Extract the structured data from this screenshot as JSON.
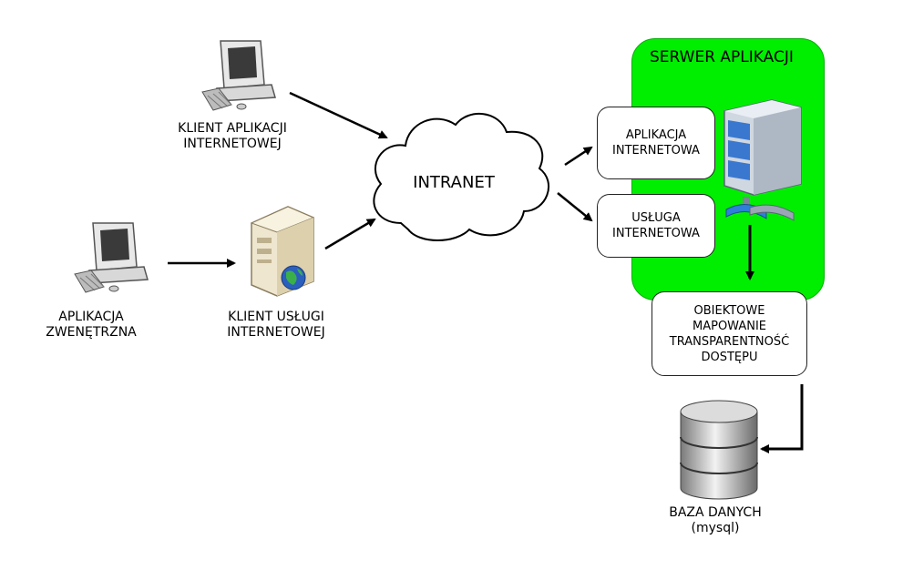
{
  "cloud_label": "INTRANET",
  "server_panel": {
    "title": "SERWER APLIKACJI",
    "background": "#00ee00",
    "app_box": [
      "APLIKACJA",
      "INTERNETOWA"
    ],
    "service_box": [
      "USŁUGA",
      "INTERNETOWA"
    ]
  },
  "orm_box": [
    "OBIEKTOWE",
    "MAPOWANIE",
    "TRANSPARENTNOŚĆ",
    "DOSTĘPU"
  ],
  "nodes": {
    "web_client": [
      "KLIENT APLIKACJI",
      "INTERNETOWEJ"
    ],
    "external_app": [
      "APLIKACJA",
      "ZWENĘTRZNA"
    ],
    "service_client": [
      "KLIENT USŁUGI",
      "INTERNETOWEJ"
    ],
    "database": [
      "BAZA DANYCH",
      "(mysql)"
    ]
  },
  "icons": {
    "web_client": "desktop-computer-icon",
    "external_app": "desktop-computer-icon",
    "service_client": "web-server-tower-icon",
    "app_server": "server-rack-icon",
    "database": "database-cylinder-icon"
  }
}
